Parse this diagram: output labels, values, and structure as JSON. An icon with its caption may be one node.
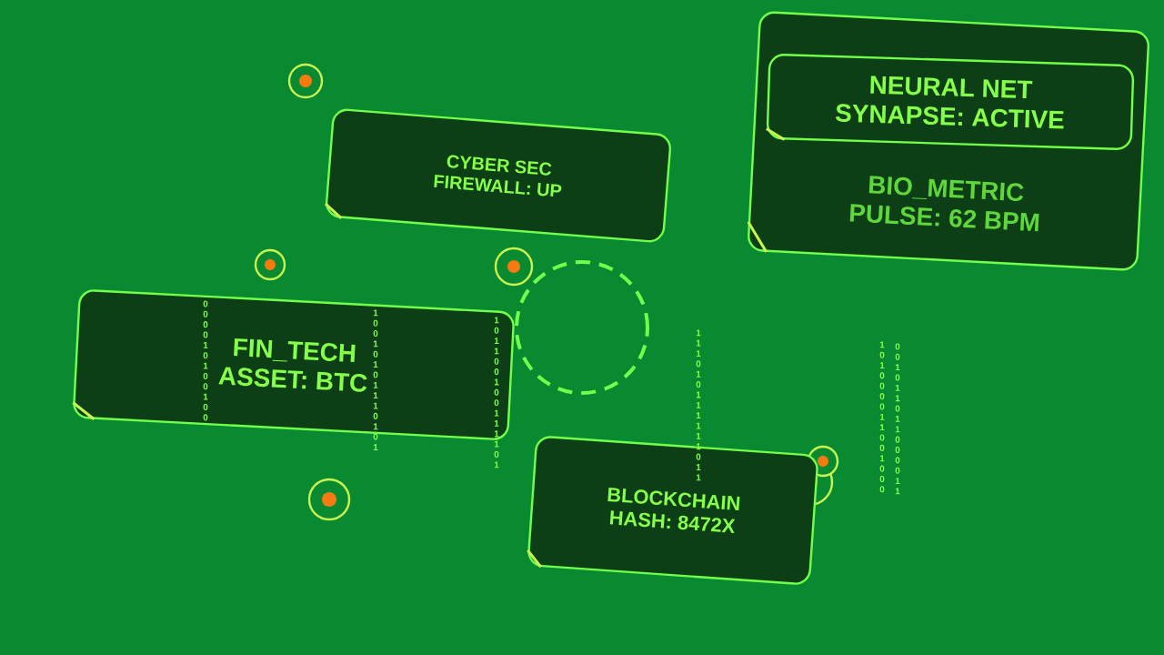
{
  "diagram": {
    "nodes": [
      {
        "text": [
          "CYBER SEC",
          "FIREWALL: UP"
        ]
      },
      {
        "text": [
          "BIO_METRIC",
          "PULSE: 62 BPM"
        ]
      },
      {
        "text": [
          "NEURAL NET",
          "SYNAPSE: ACTIVE"
        ],
        "in": 1
      },
      {
        "text": [
          "FIN_TECH",
          "ASSET: BTC"
        ]
      },
      {
        "text": [],
        "shape": "circle"
      },
      {
        "text": [
          "BLOCKCHAIN",
          "HASH: 8472X"
        ]
      }
    ],
    "labels": [
      "0 0 0 0 1 0 1 0 0 1 0 0",
      "1 0 0 1 0 1 0 1 1 1 0 1 0 1",
      "1 0 1 1 0 0 1 0 0 1 1 1 1 0 1",
      "1 1 1 0 1 0 1 1 1 1 1 1 0 1 1",
      "1 0 1 0 0 0 0 1 1 0 0 1 0 0 0",
      "0 0 1 0 1 1 0 1 1 0 0 0 0 1 1"
    ]
  }
}
